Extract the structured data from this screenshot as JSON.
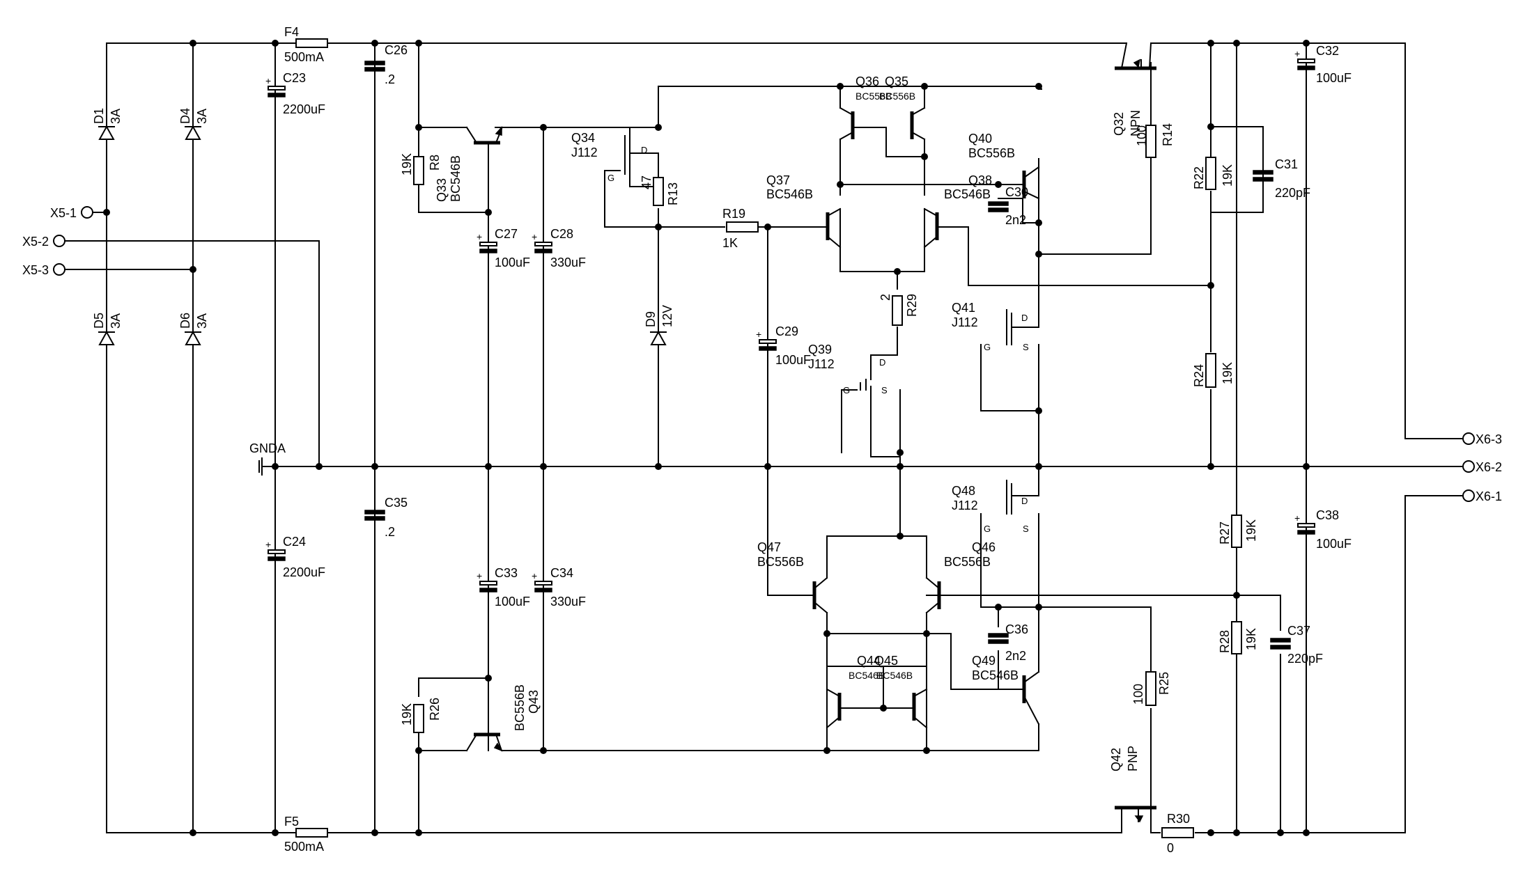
{
  "connectors": {
    "x5_1": "X5-1",
    "x5_2": "X5-2",
    "x5_3": "X5-3",
    "x6_1": "X6-1",
    "x6_2": "X6-2",
    "x6_3": "X6-3",
    "gnda": "GNDA"
  },
  "diodes": {
    "d1": {
      "name": "D1",
      "value": "3A"
    },
    "d4": {
      "name": "D4",
      "value": "3A"
    },
    "d5": {
      "name": "D5",
      "value": "3A"
    },
    "d6": {
      "name": "D6",
      "value": "3A"
    },
    "d9": {
      "name": "D9",
      "value": "12V"
    }
  },
  "fuses": {
    "f4": {
      "name": "F4",
      "value": "500mA"
    },
    "f5": {
      "name": "F5",
      "value": "500mA"
    }
  },
  "capacitors": {
    "c23": {
      "name": "C23",
      "value": "2200uF"
    },
    "c24": {
      "name": "C24",
      "value": "2200uF"
    },
    "c26": {
      "name": "C26",
      "value": ".2"
    },
    "c35": {
      "name": "C35",
      "value": ".2"
    },
    "c27": {
      "name": "C27",
      "value": "100uF"
    },
    "c28": {
      "name": "C28",
      "value": "330uF"
    },
    "c33": {
      "name": "C33",
      "value": "100uF"
    },
    "c34": {
      "name": "C34",
      "value": "330uF"
    },
    "c29": {
      "name": "C29",
      "value": "100uF"
    },
    "c30": {
      "name": "C30",
      "value": "2n2"
    },
    "c36": {
      "name": "C36",
      "value": "2n2"
    },
    "c31": {
      "name": "C31",
      "value": "220pF"
    },
    "c37": {
      "name": "C37",
      "value": "220pF"
    },
    "c32": {
      "name": "C32",
      "value": "100uF"
    },
    "c38": {
      "name": "C38",
      "value": "100uF"
    }
  },
  "resistors": {
    "r8": {
      "name": "R8",
      "value": "19K"
    },
    "r26": {
      "name": "R26",
      "value": "19K"
    },
    "r13": {
      "name": "R13",
      "value": "47"
    },
    "r19": {
      "name": "R19",
      "value": "1K"
    },
    "r29": {
      "name": "R29",
      "value": "2"
    },
    "r14": {
      "name": "R14",
      "value": "100"
    },
    "r25": {
      "name": "R25",
      "value": "100"
    },
    "r22": {
      "name": "R22",
      "value": "19K"
    },
    "r24": {
      "name": "R24",
      "value": "19K"
    },
    "r27": {
      "name": "R27",
      "value": "19K"
    },
    "r28": {
      "name": "R28",
      "value": "19K"
    },
    "r30": {
      "name": "R30",
      "value": "0"
    }
  },
  "transistors": {
    "q33": {
      "name": "Q33",
      "part": "BC546B"
    },
    "q43": {
      "name": "Q43",
      "part": "BC556B"
    },
    "q34": {
      "name": "Q34",
      "part": "J112"
    },
    "q35": {
      "name": "Q35",
      "part": "BC556B"
    },
    "q36": {
      "name": "Q36",
      "part": "BC556B"
    },
    "q37": {
      "name": "Q37",
      "part": "BC546B"
    },
    "q38": {
      "name": "Q38",
      "part": "BC546B"
    },
    "q39": {
      "name": "Q39",
      "part": "J112"
    },
    "q40": {
      "name": "Q40",
      "part": "BC556B"
    },
    "q41": {
      "name": "Q41",
      "part": "J112"
    },
    "q48": {
      "name": "Q48",
      "part": "J112"
    },
    "q47": {
      "name": "Q47",
      "part": "BC556B"
    },
    "q46": {
      "name": "Q46",
      "part": "BC556B"
    },
    "q44": {
      "name": "Q44",
      "part": "BC546B"
    },
    "q45": {
      "name": "Q45",
      "part": "BC546B"
    },
    "q49": {
      "name": "Q49",
      "part": "BC546B"
    },
    "q32": {
      "name": "Q32",
      "part": "NPN"
    },
    "q42": {
      "name": "Q42",
      "part": "PNP"
    }
  },
  "pins": {
    "g": "G",
    "d": "D",
    "s": "S",
    "plus": "+"
  }
}
